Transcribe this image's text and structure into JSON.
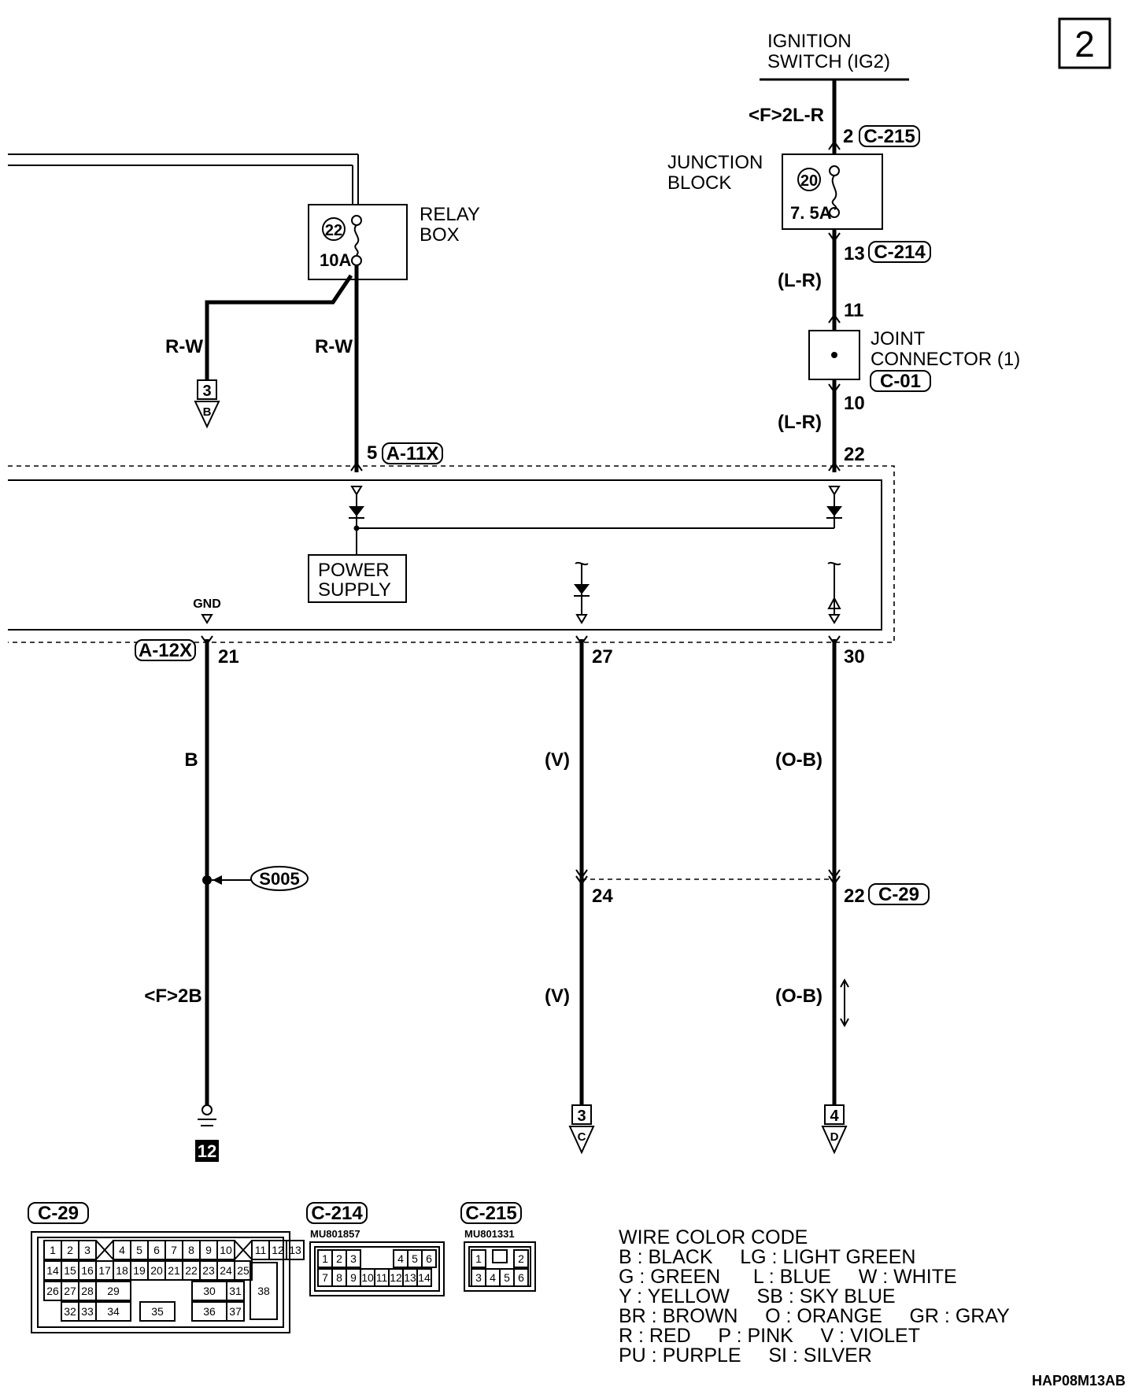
{
  "sheet_number": "2",
  "ignition_switch": [
    "IGNITION",
    "SWITCH (IG2)"
  ],
  "junction_block": {
    "label": [
      "JUNCTION",
      "BLOCK"
    ],
    "fuse_number": "20",
    "fuse_rating": "7. 5A"
  },
  "relay_box": {
    "label": [
      "RELAY",
      "BOX"
    ],
    "fuse_number": "22",
    "fuse_rating": "10A"
  },
  "joint_connector": {
    "label": [
      "JOINT",
      "CONNECTOR (1)"
    ],
    "code": "C-01"
  },
  "power_supply": [
    "POWER",
    "SUPPLY"
  ],
  "gnd_label": "GND",
  "splice": "S005",
  "ground_ref": "12",
  "wires": {
    "ign_out": "<F>2L-R",
    "jb_to_joint": "(L-R)",
    "joint_to_ecu": "(L-R)",
    "relay_left": "R-W",
    "relay_right": "R-W",
    "gnd_upper": "B",
    "gnd_lower": "<F>2B",
    "v_upper": "(V)",
    "v_lower": "(V)",
    "ob_upper": "(O-B)",
    "ob_lower": "(O-B)"
  },
  "pins": {
    "c215": "2",
    "c214": "13",
    "joint_in": "11",
    "joint_out": "10",
    "ecu_22": "22",
    "a11x": "5",
    "gnd": "21",
    "v": "27",
    "ob": "30",
    "c29_v": "24",
    "c29_ob": "22"
  },
  "connector_refs": {
    "c215": "C-215",
    "c214": "C-214",
    "a11x": "A-11X",
    "a12x": "A-12X",
    "c29": "C-29"
  },
  "off_page": {
    "b": {
      "number": "3",
      "letter": "B"
    },
    "c": {
      "number": "3",
      "letter": "C"
    },
    "d": {
      "number": "4",
      "letter": "D"
    }
  },
  "connector_faces": {
    "c29": {
      "label": "C-29",
      "row1": [
        "1",
        "2",
        "3",
        "4",
        "5",
        "6",
        "7",
        "8",
        "9",
        "10",
        "11",
        "12",
        "13"
      ],
      "row2": [
        "14",
        "15",
        "16",
        "17",
        "18",
        "19",
        "20",
        "21",
        "22",
        "23",
        "24",
        "25"
      ],
      "row3": [
        "26",
        "27",
        "28",
        "29",
        "30",
        "31",
        "38"
      ],
      "row4": [
        "32",
        "33",
        "34",
        "35",
        "36",
        "37"
      ]
    },
    "c214": {
      "label": "C-214",
      "part": "MU801857",
      "row1": [
        "1",
        "2",
        "3",
        "4",
        "5",
        "6"
      ],
      "row2": [
        "7",
        "8",
        "9",
        "10",
        "11",
        "12",
        "13",
        "14"
      ]
    },
    "c215": {
      "label": "C-215",
      "part": "MU801331",
      "row1": [
        "1",
        "2"
      ],
      "row2": [
        "3",
        "4",
        "5",
        "6"
      ]
    }
  },
  "legend": {
    "title": "WIRE COLOR CODE",
    "lines": [
      "B : BLACK     LG : LIGHT GREEN",
      "G : GREEN      L : BLUE     W : WHITE",
      "Y : YELLOW     SB : SKY BLUE",
      "BR : BROWN     O : ORANGE     GR : GRAY",
      "R : RED     P : PINK     V : VIOLET",
      "PU : PURPLE     SI : SILVER"
    ]
  },
  "drawing_code": "HAP08M13AB"
}
